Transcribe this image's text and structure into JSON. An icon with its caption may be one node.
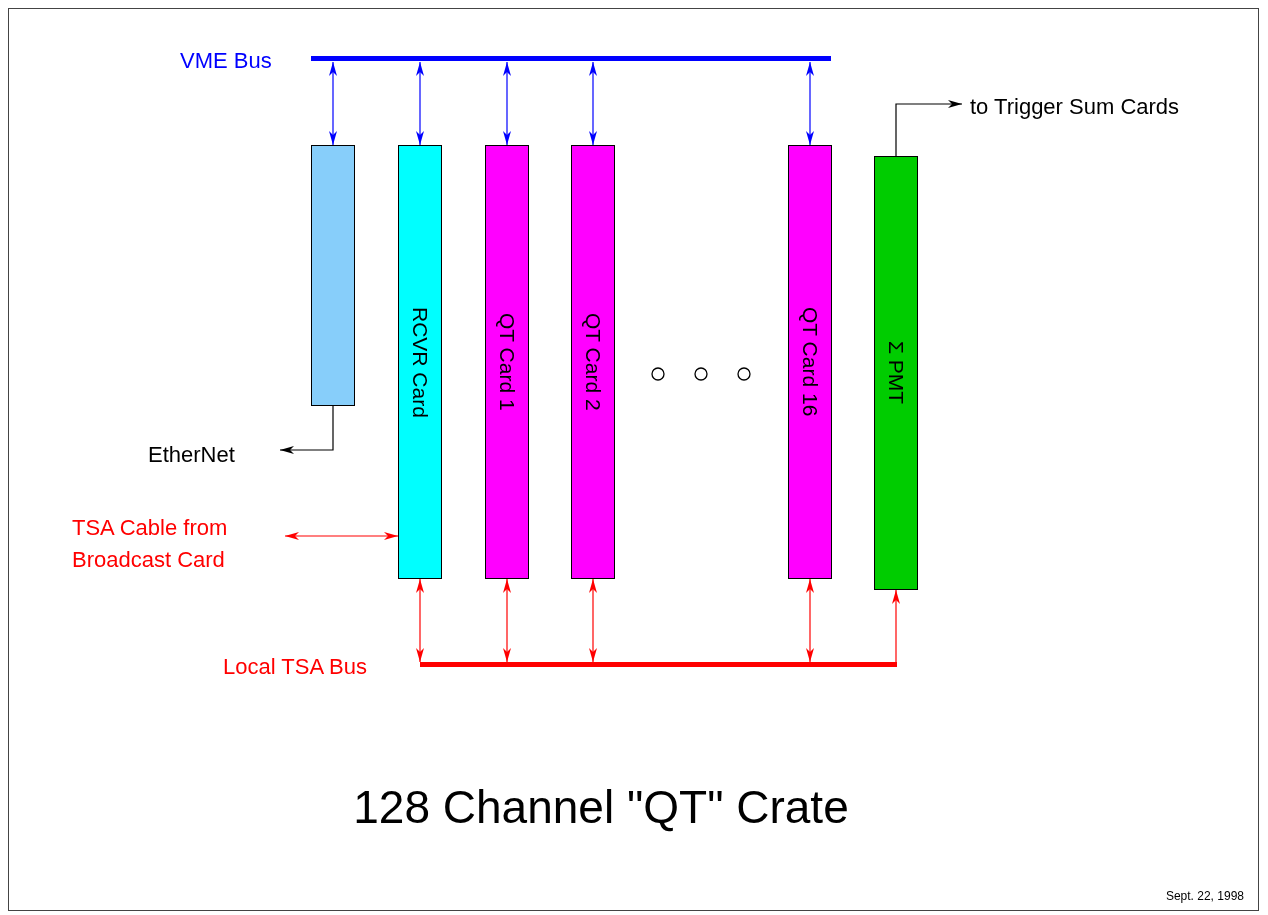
{
  "diagram": {
    "title": "128 Channel \"QT\" Crate",
    "nodes": [
      {
        "text": [
          "VME Bus"
        ]
      },
      {
        "text": [],
        "shape": "box"
      },
      {
        "text": [
          "RCVR Card"
        ]
      },
      {
        "text": [
          "QT Card 1"
        ]
      },
      {
        "text": [
          "QT Card 2"
        ]
      },
      {
        "text": [
          "QT Card 16"
        ]
      },
      {
        "text": [
          "Σ PMT"
        ]
      },
      {
        "text": [
          "to Trigger Sum Cards"
        ]
      },
      {
        "text": [
          "EtherNet"
        ]
      },
      {
        "text": [
          "TSA Cable from Broadcast Card"
        ]
      },
      {
        "text": [
          "Local TSA Bus"
        ]
      }
    ],
    "edges": [
      {
        "from": 0,
        "to": 1,
        "arrow": "both",
        "color": "#0000ff"
      },
      {
        "from": 0,
        "to": 2,
        "arrow": "both",
        "color": "#0000ff"
      },
      {
        "from": 0,
        "to": 3,
        "arrow": "both",
        "color": "#0000ff"
      },
      {
        "from": 0,
        "to": 4,
        "arrow": "both",
        "color": "#0000ff"
      },
      {
        "from": 0,
        "to": 5,
        "arrow": "both",
        "color": "#0000ff"
      },
      {
        "from": 6,
        "to": 7,
        "arrow": "to",
        "color": "#000000"
      },
      {
        "from": 1,
        "to": 8,
        "arrow": "to",
        "color": "#000000"
      },
      {
        "from": 9,
        "to": 2,
        "arrow": "both"
      },
      {
        "from": 10,
        "to": 2,
        "arrow": "both"
      },
      {
        "from": 10,
        "to": 3,
        "arrow": "both"
      },
      {
        "from": 10,
        "to": 4,
        "arrow": "both"
      },
      {
        "from": 10,
        "to": 5,
        "arrow": "both"
      },
      {
        "from": 10,
        "to": 6,
        "arrow": "to"
      }
    ],
    "labels": [
      "Sept. 22, 1998"
    ]
  }
}
